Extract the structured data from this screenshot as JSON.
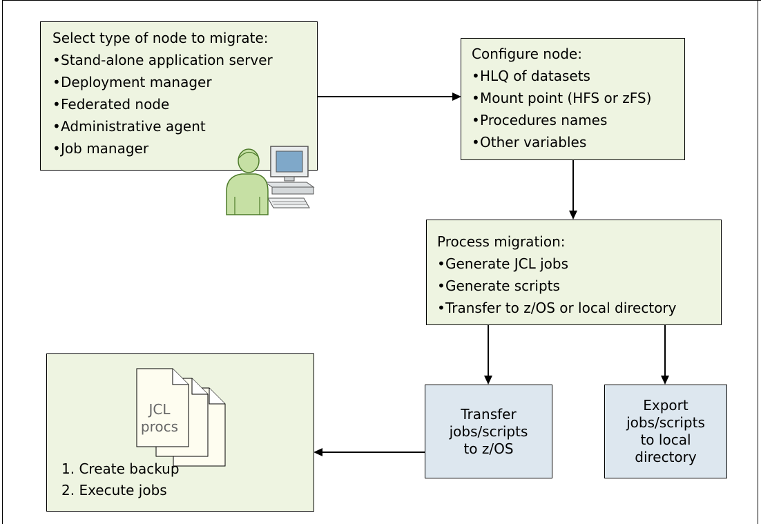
{
  "select_box": {
    "title": "Select type of node to migrate:",
    "items": [
      "Stand-alone application server",
      "Deployment manager",
      "Federated node",
      "Administrative agent",
      "Job manager"
    ]
  },
  "configure_box": {
    "title": "Configure node:",
    "items": [
      "HLQ of datasets",
      "Mount point (HFS or zFS)",
      "Procedures names",
      "Other variables"
    ]
  },
  "process_box": {
    "title": "Process migration:",
    "items": [
      "Generate JCL jobs",
      "Generate scripts",
      "Transfer to z/OS or local directory"
    ]
  },
  "transfer_box": {
    "label": "Transfer\njobs/scripts\nto z/OS"
  },
  "export_box": {
    "label": "Export\njobs/scripts\nto local\ndirectory"
  },
  "backup_box": {
    "doc_label_line1": "JCL",
    "doc_label_line2": "procs",
    "steps": [
      "1.  Create backup",
      "2.  Execute jobs"
    ]
  },
  "colors": {
    "green_fill": "#eef4e1",
    "blue_fill": "#dde7ef",
    "person_fill": "#c6e0a4",
    "person_stroke": "#4d7a2a"
  },
  "icons": [
    "user-at-computer-icon",
    "jcl-document-stack-icon"
  ]
}
